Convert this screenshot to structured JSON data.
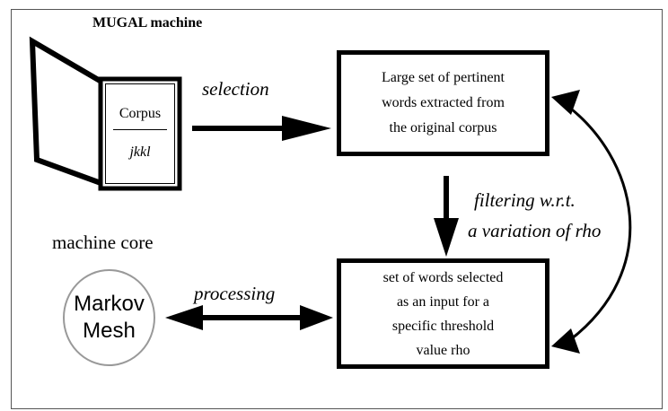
{
  "title": "MUGAL machine",
  "corpus": {
    "title": "Corpus",
    "text": "jkkl"
  },
  "nodes": {
    "large_set": [
      "Large set of pertinent",
      "words extracted from",
      "the original corpus"
    ],
    "selected_set": [
      "set of words selected",
      "as an input for a",
      "specific threshold",
      "value rho"
    ],
    "core_label": "machine core",
    "markov": [
      "Markov",
      "Mesh"
    ]
  },
  "edges": {
    "selection": "selection",
    "filtering": [
      "filtering w.r.t.",
      "a variation of rho"
    ],
    "processing": "processing"
  },
  "colors": {
    "line": "#000000",
    "circle_border": "#999999",
    "frame": "#555555"
  }
}
